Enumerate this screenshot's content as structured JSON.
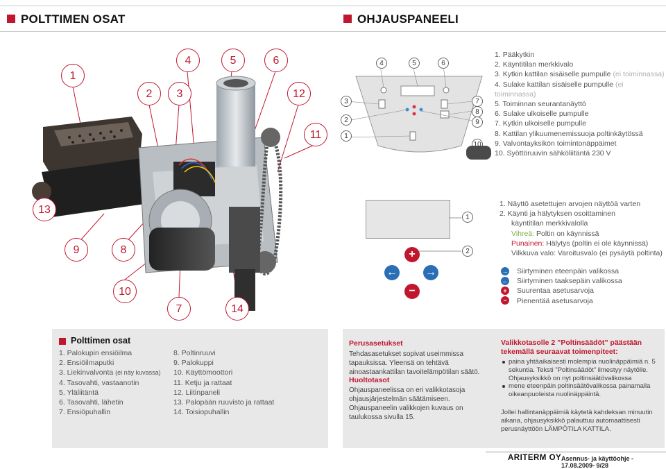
{
  "left_section_title": "POLTTIMEN OSAT",
  "right_section_title": "OHJAUSPANEELI",
  "burner_callouts": [
    "1",
    "2",
    "3",
    "4",
    "5",
    "6",
    "12",
    "11",
    "13",
    "9",
    "8",
    "10",
    "7",
    "14"
  ],
  "panel_callouts": [
    "4",
    "5",
    "6",
    "3",
    "2",
    "1",
    "7",
    "8",
    "9",
    "10"
  ],
  "panel_list": [
    {
      "n": "1.",
      "t": "Pääkytkin",
      "note": ""
    },
    {
      "n": "2.",
      "t": "Käyntitilan merkkivalo",
      "note": ""
    },
    {
      "n": "3.",
      "t": "Kytkin kattilan sisäiselle pumpulle",
      "note": "(ei toiminnassa)"
    },
    {
      "n": "4.",
      "t": "Sulake kattilan sisäiselle pumpulle",
      "note": "(ei toiminnassa)"
    },
    {
      "n": "5.",
      "t": "Toiminnan seurantanäyttö",
      "note": ""
    },
    {
      "n": "6.",
      "t": "Sulake ulkoiselle pumpulle",
      "note": ""
    },
    {
      "n": "7.",
      "t": "Kytkin ulkoiselle pumpulle",
      "note": ""
    },
    {
      "n": "8.",
      "t": "Kattilan ylikuumenemissuoja poltinkäytössä",
      "note": ""
    },
    {
      "n": "9.",
      "t": "Valvontayksikön toimintonäppäimet",
      "note": ""
    },
    {
      "n": "10.",
      "t": "Syöttöruuvin sähköliitäntä 230 V",
      "note": ""
    }
  ],
  "display_callouts": [
    "1",
    "2"
  ],
  "display_list": {
    "item1": "1.  Näyttö asetettujen arvojen näyttöä varten",
    "item2a": "2.  Käynti ja hälytyksen osoittaminen",
    "item2b": "käyntitilan merkkivalolla",
    "green_label": "Vihreä:",
    "green_text": " Poltin on käynnissä",
    "red_label": "Punainen:",
    "red_text": " Hälytys (poltin ei ole käynnissä)",
    "blink": "Vilkkuva valo: Varoitusvalo (ei pysäytä poltinta)"
  },
  "buttons_legend": [
    {
      "icon": "arrow-right-icon",
      "t": "Siirtyminen eteenpäin valikossa"
    },
    {
      "icon": "arrow-left-icon",
      "t": "Siirtyminen taaksepäin valikossa"
    },
    {
      "icon": "plus-icon",
      "t": "Suurentaa asetusarvoja"
    },
    {
      "icon": "minus-icon",
      "t": "Pienentää asetusarvoja"
    }
  ],
  "parts_box": {
    "title": "Polttimen osat",
    "col1": [
      {
        "t": "1.  Palokupin ensiöilma",
        "s": ""
      },
      {
        "t": "2.  Ensiöilmaputki",
        "s": ""
      },
      {
        "t": "3.  Liekinvalvonta ",
        "s": "(ei näy kuvassa)"
      },
      {
        "t": "4.  Tasovahti, vastaanotin",
        "s": ""
      },
      {
        "t": "5.  Yläliitäntä",
        "s": ""
      },
      {
        "t": "6.  Tasovahti, lähetin",
        "s": ""
      },
      {
        "t": "7.  Ensiöpuhallin",
        "s": ""
      }
    ],
    "col2": [
      "8.   Poltinruuvi",
      "9.   Palokuppi",
      "10. Käyttömoottori",
      "11. Ketju ja rattaat",
      "12. Liitinpaneli",
      "13. Palopään ruuvisto ja rattaat",
      "14. Toisiopuhallin"
    ]
  },
  "basic_box": {
    "title": "Perusasetukset",
    "p1": "Tehdasasetukset sopivat useimmissa tapauksissa. Yleensä on tehtävä ainoastaankattilan tavoitelämpötilan säätö.",
    "title2": "Huoltotasot",
    "p2": "Ohjauspaneelissa on eri valikkotasoja ohjausjärjestelmän säätämiseen. Ohjauspaneelin valikkojen kuvaus on taulukossa sivulla 15."
  },
  "menu_box": {
    "title": "Valikkotasolle 2 ”Poltinsäädöt” päästään tekemällä seuraavat toimenpiteet:",
    "b1": "paina yhtäaikaisesti molempia nuolinäppäimiä n. 5 sekuntia. Teksti ”Poltinsäädöt” ilmestyy näytölle. Ohjausyksikkö on nyt poltinsäätövalikossa",
    "b2": "mene eteenpäin poltinsäätövalikossa painamalla oikeanpuoleista nuolinäppäintä.",
    "p": "Jollei hallintanäppäimiä käytetä kahdeksan minuutin aikana, ohjausyksikkö palauttuu automaattisesti perusnäyttöön LÄMPÖTILA KATTILA."
  },
  "footer": {
    "brand": "ARITERM OY",
    "doc": "Asennus- ja käyttöohje - 17.08.2009- 9/28"
  }
}
